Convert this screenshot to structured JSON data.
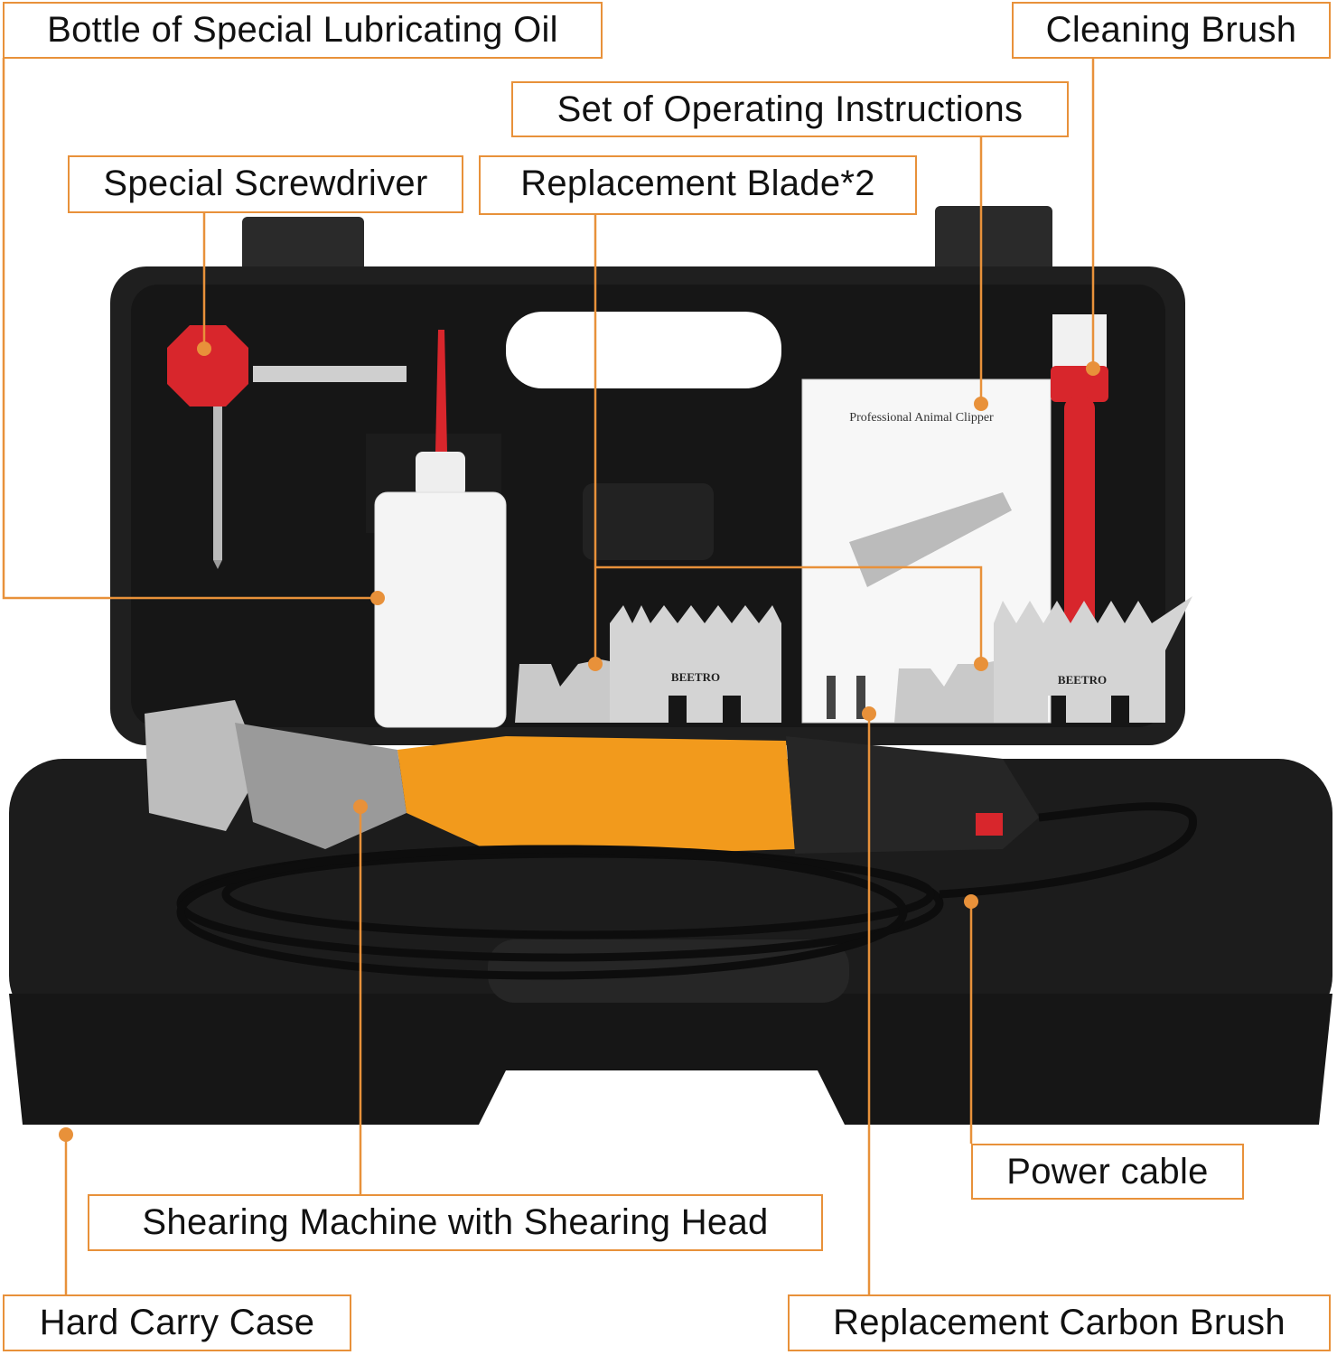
{
  "labels": {
    "oil": "Bottle of Special Lubricating Oil",
    "brush": "Cleaning Brush",
    "instructions": "Set of Operating Instructions",
    "screwdriver": "Special Screwdriver",
    "blades": "Replacement Blade*2",
    "cable": "Power cable",
    "machine": "Shearing Machine with Shearing Head",
    "case": "Hard Carry Case",
    "carbon": "Replacement Carbon Brush"
  },
  "product_text": {
    "manual_title": "Professional Animal Clipper",
    "blade_brand": "BEETRO"
  },
  "colors": {
    "accent": "#e8913a",
    "case": "#1c1c1c",
    "motor": "#f29a1c",
    "red": "#d8262c"
  }
}
